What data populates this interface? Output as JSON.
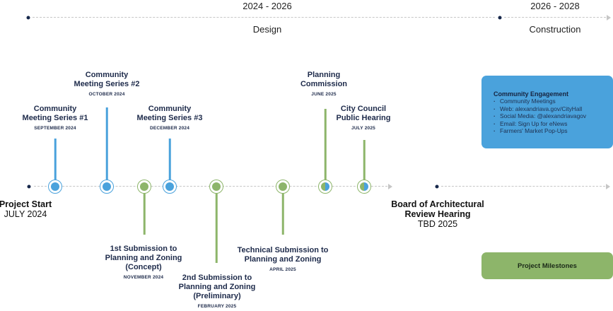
{
  "phases": [
    {
      "years": "2024 - 2026",
      "name": "Design"
    },
    {
      "years": "2026 - 2028",
      "name": "Construction"
    }
  ],
  "start": {
    "title": "Project Start",
    "date": "JULY 2024"
  },
  "end": {
    "title_line1": "Board of Architectural",
    "title_line2": "Review Hearing",
    "date": "TBD 2025"
  },
  "milestones_above": [
    {
      "line1": "Community",
      "line2": "Meeting Series #1",
      "date": "SEPTEMBER 2024",
      "type": "community-meeting"
    },
    {
      "line1": "Community",
      "line2": "Meeting Series #2",
      "date": "OCTOBER 2024",
      "type": "community-meeting"
    },
    {
      "line1": "Community",
      "line2": "Meeting Series #3",
      "date": "DECEMBER 2024",
      "type": "community-meeting"
    },
    {
      "line1": "Planning",
      "line2": "Commission",
      "date": "JUNE 2025",
      "type": "milestone-with-engagement"
    },
    {
      "line1": "City Council",
      "line2": "Public Hearing",
      "date": "JULY 2025",
      "type": "milestone-with-engagement"
    }
  ],
  "milestones_below": [
    {
      "line1": "1st Submission to",
      "line2": "Planning and Zoning",
      "line3": "(Concept)",
      "date": "NOVEMBER 2024",
      "type": "project-milestone"
    },
    {
      "line1": "2nd  Submission to",
      "line2": "Planning and Zoning",
      "line3": "(Preliminary)",
      "date": "FEBRUARY 2025",
      "type": "project-milestone"
    },
    {
      "line1": "Technical Submission to",
      "line2": "Planning and Zoning",
      "date": "APRIL 2025",
      "type": "project-milestone"
    }
  ],
  "legend": {
    "engagement": {
      "title": "Community Engagement",
      "items": [
        "Community Meetings",
        "Web: alexandriava.gov/CityHall",
        "Social Media: @alexandriavagov",
        "Email: Sign Up for eNews",
        "Farmers' Market Pop-Ups"
      ],
      "color": "#4aa2dc"
    },
    "milestones": {
      "title": "Project Milestones",
      "color": "#8db56a"
    }
  },
  "colors": {
    "blue": "#4aa2dc",
    "green": "#8db56a",
    "navy": "#17284b",
    "dash": "#c6c6c6"
  }
}
